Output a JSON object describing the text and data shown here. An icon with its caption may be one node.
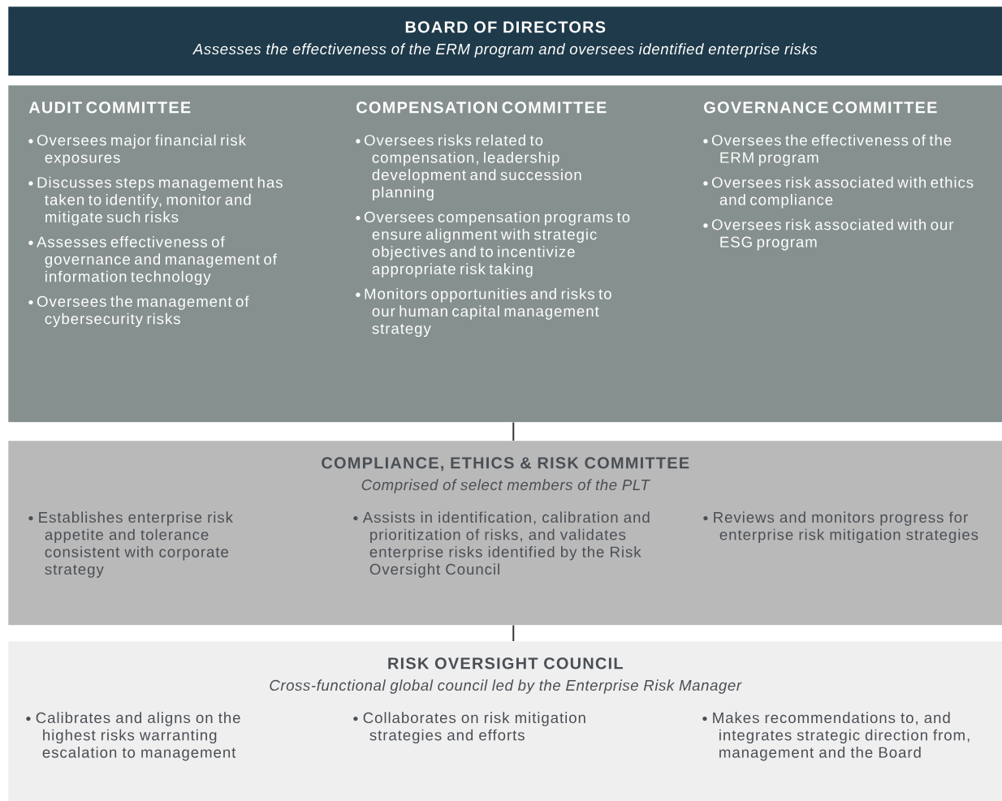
{
  "diagram": {
    "nodes": [
      {
        "text": [
          "BOARD OF DIRECTORS",
          "Assesses the effectiveness of the ERM program and oversees identified enterprise risks"
        ]
      },
      {
        "text": [],
        "shape": "box"
      },
      {
        "text": [
          "AUDIT COMMITTEE",
          "Oversees major financial risk exposures",
          "Discusses steps management has taken to identify, monitor and mitigate such risks",
          "Assesses effectiveness of governance and management of information technology",
          "Oversees the management of cybersecurity risks"
        ],
        "in": 1
      },
      {
        "text": [
          "COMPENSATION COMMITTEE",
          "Oversees risks related to compensation, leadership development and succession planning",
          "Oversees compensation programs to ensure alignment with strategic objectives and to incentivize appropriate risk taking",
          "Monitors opportunities and risks to our human capital management strategy"
        ],
        "in": 1
      },
      {
        "text": [
          "GOVERNANCE COMMITTEE",
          "Oversees the effectiveness of the ERM program",
          "Oversees risk associated with ethics and compliance",
          "Oversees risk associated with our ESG program"
        ],
        "in": 1
      },
      {
        "text": [
          "COMPLIANCE, ETHICS & RISK COMMITTEE",
          "Comprised of select members of the PLT",
          "Establishes enterprise risk appetite and tolerance consistent with corporate strategy",
          "Assists in identification, calibration and prioritization of risks, and validates enterprise risks identified by the Risk Oversight Council",
          "Reviews and monitors progress for enterprise risk mitigation strategies"
        ]
      },
      {
        "text": [
          "RISK OVERSIGHT COUNCIL",
          "Cross-functional global council led by the Enterprise Risk Manager",
          "Calibrates and aligns on the highest risks warranting escalation to management",
          "Collaborates on risk mitigation strategies and efforts",
          "Makes recommendations to, and integrates strategic direction from, management and the Board"
        ]
      }
    ],
    "edges": [
      {
        "from": 1,
        "to": 5,
        "arrow": "none"
      },
      {
        "from": 5,
        "to": 6,
        "arrow": "none"
      }
    ]
  }
}
